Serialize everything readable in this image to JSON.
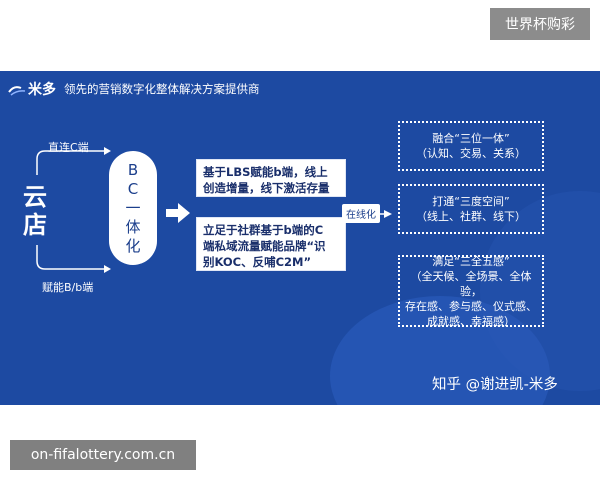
{
  "corner_tag": "世界杯购彩",
  "logo": {
    "brand": "米多",
    "tagline": "领先的营销数字化整体解决方案提供商"
  },
  "left": {
    "cloud_store_chars": [
      "云",
      "店"
    ],
    "top_branch_label": "直连C端",
    "bottom_branch_label": "赋能B/b端"
  },
  "bc_oval": {
    "chars": [
      "B",
      "C",
      "一",
      "体",
      "化"
    ]
  },
  "box1": {
    "lines": [
      "基于LBS赋能b端，线上",
      "创造增量，线下激活存量"
    ]
  },
  "box2": {
    "lines": [
      "立足于社群基于b端的C",
      "端私域流量赋能品牌“识",
      "别KOC、反哺C2M”"
    ]
  },
  "online_tag": "在线化",
  "right_boxes": [
    {
      "lines": [
        "融合“三位一体”",
        "（认知、交易、关系）"
      ]
    },
    {
      "lines": [
        "打通“三度空间”",
        "（线上、社群、线下）"
      ]
    },
    {
      "lines": [
        "满足“三全五感”",
        "（全天候、全场景、全体验，",
        "存在感、参与感、仪式感、",
        "成就感、幸福感）"
      ]
    }
  ],
  "credit": "知乎 @谢进凯-米多",
  "domain_tag": "on-fifalottery.com.cn"
}
